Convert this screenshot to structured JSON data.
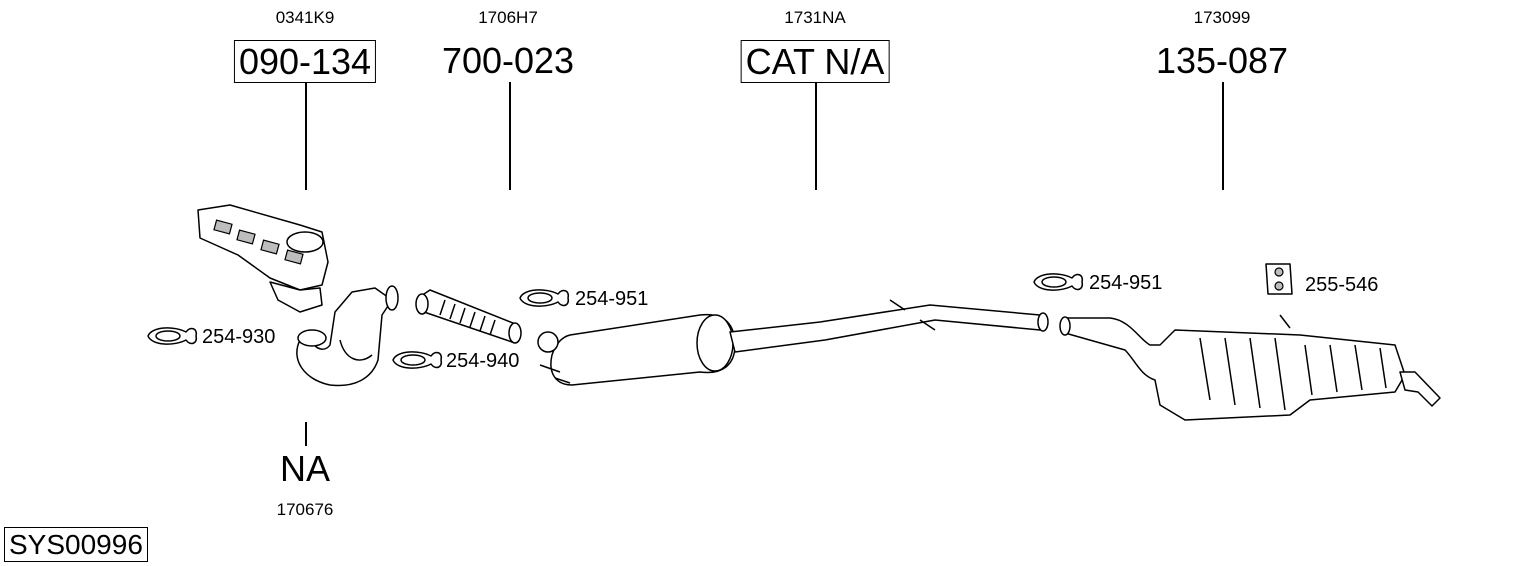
{
  "system_code": "SYS00996",
  "main_parts": [
    {
      "ref": "0341K9",
      "part_no": "090-134",
      "boxed": true
    },
    {
      "ref": "1706H7",
      "part_no": "700-023",
      "boxed": false
    },
    {
      "ref": "1731NA",
      "part_no": "CAT N/A",
      "boxed": true
    },
    {
      "ref": "173099",
      "part_no": "135-087",
      "boxed": false
    }
  ],
  "bottom_part": {
    "part_no": "NA",
    "ref": "170676"
  },
  "clamps": [
    {
      "label": "254-930",
      "icon": "clamp-icon"
    },
    {
      "label": "254-940",
      "icon": "clamp-icon"
    },
    {
      "label": "254-951",
      "icon": "clamp-icon"
    },
    {
      "label": "254-951",
      "icon": "clamp-icon"
    },
    {
      "label": "255-546",
      "icon": "rubber-hanger-icon"
    }
  ]
}
